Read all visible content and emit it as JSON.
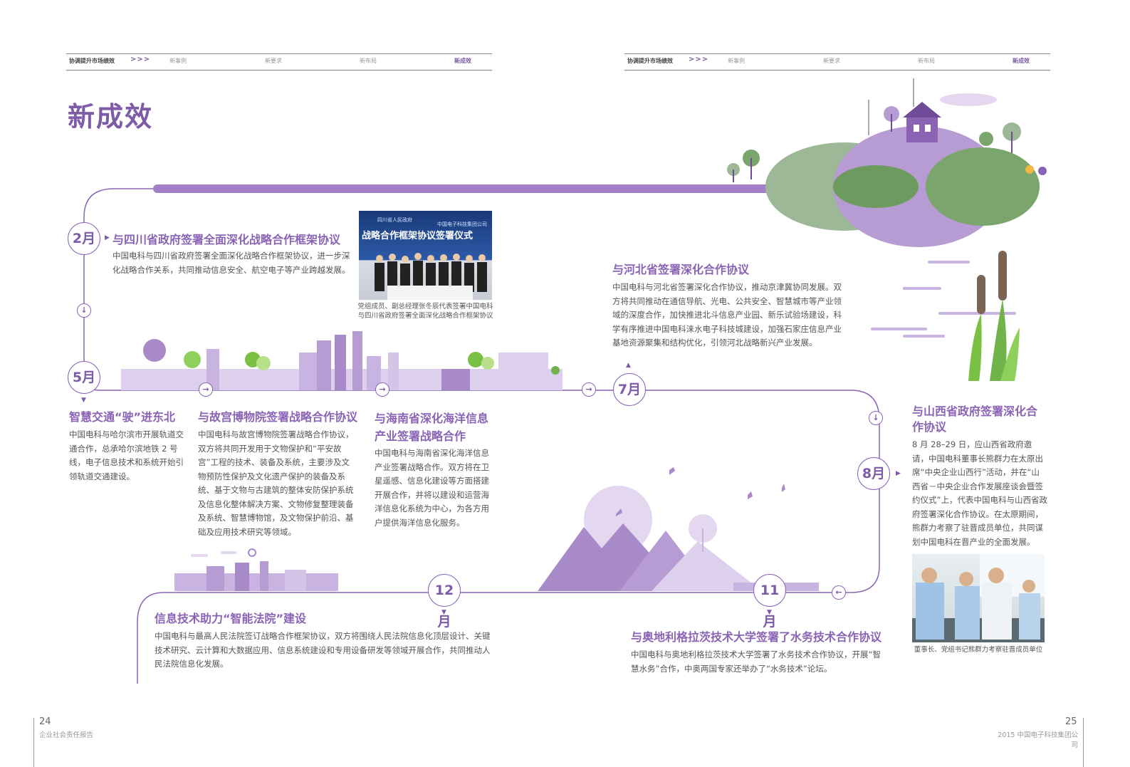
{
  "nav": {
    "left": {
      "lead": "协调提升市场绩效",
      "arrows": ">>>",
      "items": [
        "新事例",
        "新要求",
        "新布局",
        "新成效"
      ]
    },
    "right": {
      "lead": "协调提升市场绩效",
      "arrows": ">>>",
      "items": [
        "新事例",
        "新要求",
        "新布局",
        "新成效"
      ]
    }
  },
  "page_title": "新成效",
  "months": {
    "feb": "2月",
    "may": "5月",
    "jul": "7月",
    "aug": "8月",
    "nov": "11月",
    "dec": "12月"
  },
  "events": {
    "sichuan": {
      "title": "与四川省政府签署全面深化战略合作框架协议",
      "body": "中国电科与四川省政府签署全面深化战略合作框架协议，进一步深化战略合作关系，共同推动信息安全、航空电子等产业跨越发展。"
    },
    "photo1": {
      "banner_top_left": "四川省人民政府",
      "banner_top_right": "中国电子科技集团公司",
      "banner_main": "战略合作框架协议签署仪式",
      "caption": "党组成员、副总经理张冬辰代表签署中国电科与四川省政府签署全面深化战略合作框架协议"
    },
    "hebei": {
      "title": "与河北省签署深化合作协议",
      "body": "中国电科与河北省签署深化合作协议，推动京津冀协同发展。双方将共同推动在通信导航、光电、公共安全、智慧城市等产业领域的深度合作，加快推进北斗信息产业园、新乐试验场建设，科学有序推进中国电科涞水电子科技城建设，加强石家庄信息产业基地资源聚集和结构优化，引领河北战略新兴产业发展。"
    },
    "harbin": {
      "title": "智慧交通“驶”进东北",
      "body": "中国电科与哈尔滨市开展轨道交通合作，总承哈尔滨地铁 2 号线，电子信息技术和系统开始引领轨道交通建设。"
    },
    "palace": {
      "title": "与故宫博物院签署战略合作协议",
      "body": "中国电科与故宫博物院签署战略合作协议，双方将共同开发用于文物保护和“平安故宫”工程的技术、装备及系统，主要涉及文物预防性保护及文化遗产保护的装备及系统、基于文物与古建筑的整体安防保护系统及信息化整体解决方案、文物修复整理装备及系统、智慧博物馆，及文物保护前沿、基础及应用技术研究等领域。"
    },
    "hainan": {
      "title": "与海南省深化海洋信息产业签署战略合作",
      "body": "中国电科与海南省深化海洋信息产业签署战略合作。双方将在卫星遥感、信息化建设等方面搭建开展合作，并将以建设和运营海洋信息化系统为中心，为各方用户提供海洋信息化服务。"
    },
    "shanxi": {
      "title": "与山西省政府签署深化合作协议",
      "body": "8 月 28–29 日，应山西省政府邀请，中国电科董事长熊群力在太原出席“中央企业山西行”活动，并在“山西省－中央企业合作发展座谈会暨签约仪式”上，代表中国电科与山西省政府签署深化合作协议。在太原期间，熊群力考察了驻晋成员单位，共同谋划中国电科在晋产业的全面发展。",
      "caption": "董事长、党组书记熊群力考察驻晋成员单位"
    },
    "court": {
      "title": "信息技术助力“智能法院”建设",
      "body": "中国电科与最高人民法院签订战略合作框架协议，双方将围绕人民法院信息化顶层设计、关键技术研究、云计算和大数据应用、信息系统建设和专用设备研发等领域开展合作，共同推动人民法院信息化发展。"
    },
    "austria": {
      "title": "与奥地利格拉茨技术大学签署了水务技术合作协议",
      "body": "中国电科与奥地利格拉茨技术大学签署了水务技术合作协议，开展“智慧水务”合作，中奥两国专家还举办了“水务技术”论坛。"
    }
  },
  "footer": {
    "left_num": "24",
    "left_text": "企业社会责任报告",
    "right_num": "25",
    "right_text": "2015 中国电子科技集团公司"
  },
  "colors": {
    "accent": "#7d5ba6",
    "light": "#c9b3e0",
    "green": "#6fb34a"
  }
}
